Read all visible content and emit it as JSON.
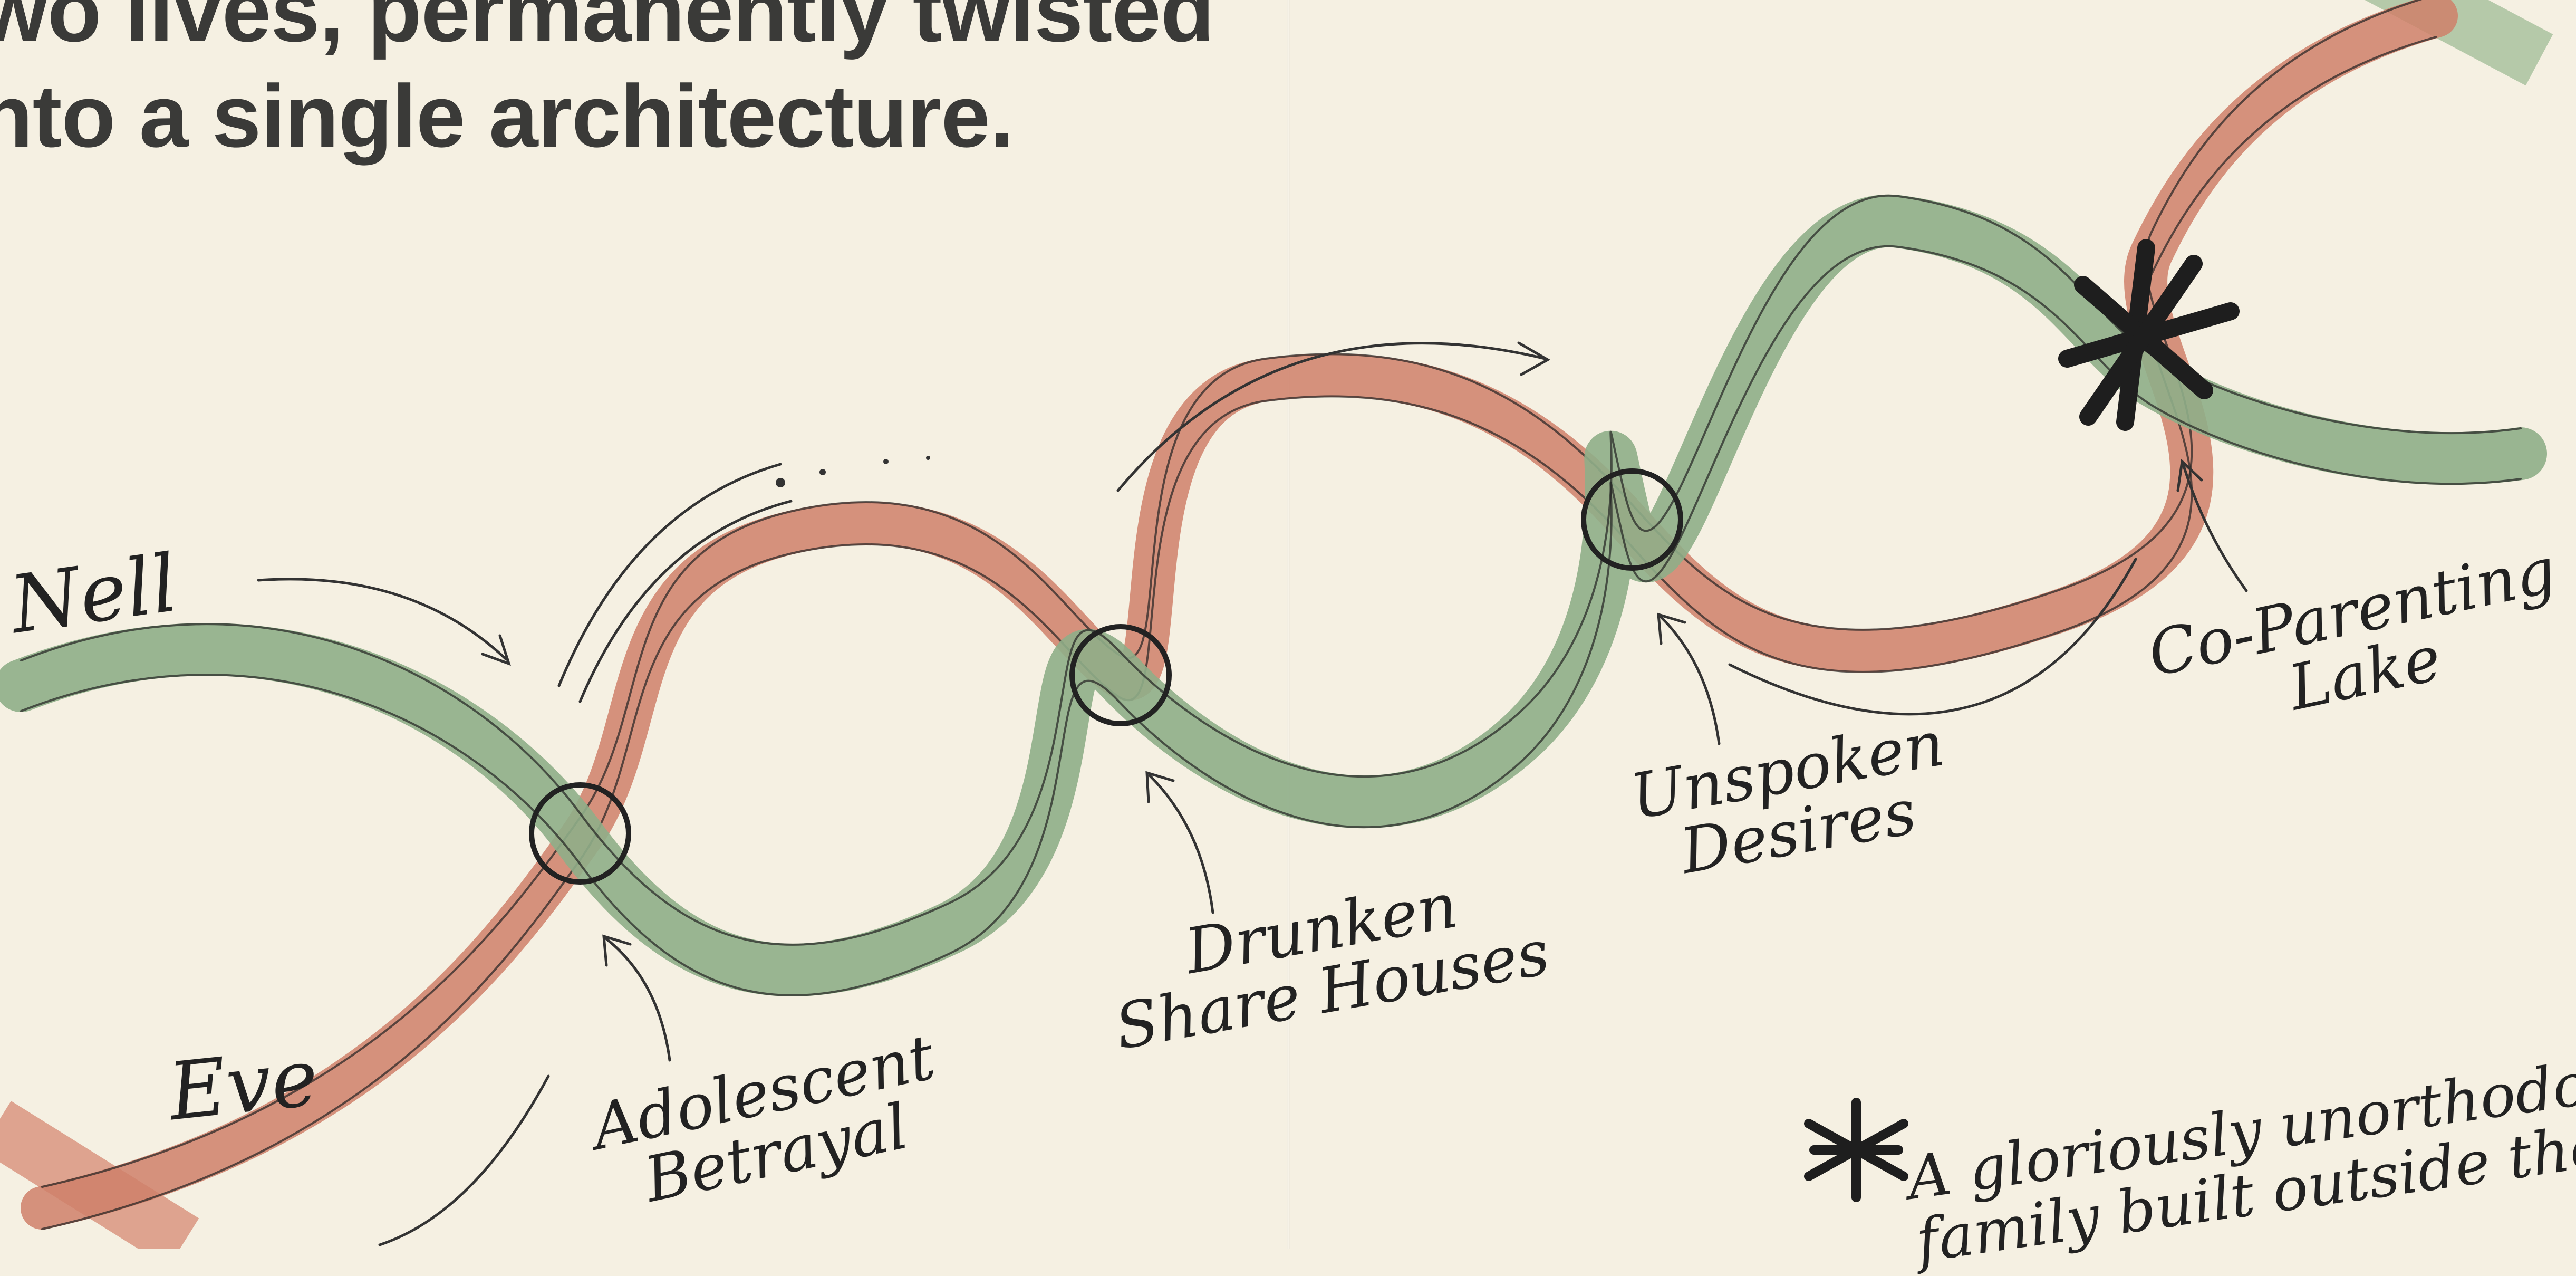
{
  "headline": {
    "line1": "wo lives, permanently twisted",
    "line2": "nto a single architecture."
  },
  "people": {
    "nell": "Nell",
    "eve": "Eve"
  },
  "milestones": [
    {
      "line1": "Adolescent",
      "line2": "Betrayal"
    },
    {
      "line1": "Drunken",
      "line2": "Share Houses"
    },
    {
      "line1": "Unspoken",
      "line2": "Desires"
    },
    {
      "line1": "Co-Parenting",
      "line2": "Lake"
    }
  ],
  "note": {
    "line1": "A gloriously unorthodox",
    "line2": "family built outside the"
  },
  "colors": {
    "paper": "#f5f0e2",
    "nell_strand": "#8fae88",
    "eve_strand": "#cf806a",
    "ink": "#222222",
    "tape": "#9fbc96"
  }
}
